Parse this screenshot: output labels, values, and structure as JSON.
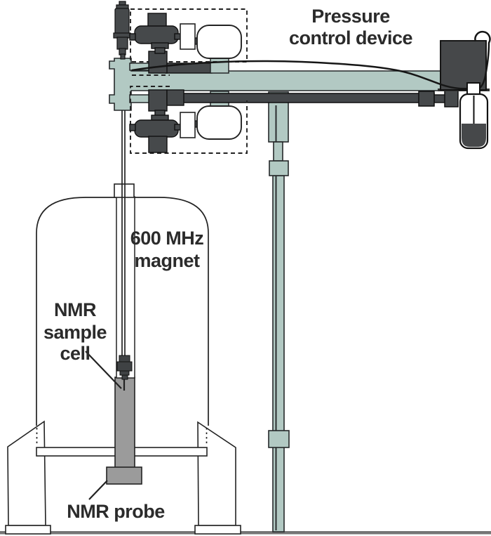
{
  "diagram": {
    "type": "schematic",
    "subject": "High-pressure NMR spectrometer setup with pressure control device",
    "labels": {
      "pressure_control": {
        "line1": "Pressure",
        "line2": "control device"
      },
      "magnet": {
        "line1": "600 MHz",
        "line2": "magnet"
      },
      "sample_cell": {
        "line1": "NMR",
        "line2": "sample",
        "line3": "cell"
      },
      "probe": {
        "text": "NMR probe"
      }
    },
    "components": [
      "pressure-control-device-dashed-enclosures",
      "gas-regulator-top",
      "gas-regulator-bottom",
      "pressure-gauge-top",
      "pressure-gauge-bottom",
      "reservoir-tank-top",
      "reservoir-tank-bottom",
      "shutoff-valve",
      "manifold",
      "support-beam",
      "gas-rail",
      "electronics-box",
      "sample-bottle",
      "support-pole",
      "magnet-dewar",
      "sample-tube",
      "nmr-sample-cell",
      "nmr-probe",
      "floor"
    ],
    "colors": {
      "teal_structure": "#b2c9c3",
      "dark_hardware": "#46494b",
      "mid_gray": "#9b9b9b",
      "outline": "#222222",
      "floor": "#757575",
      "text": "#2b2b2b",
      "background": "#ffffff"
    }
  }
}
